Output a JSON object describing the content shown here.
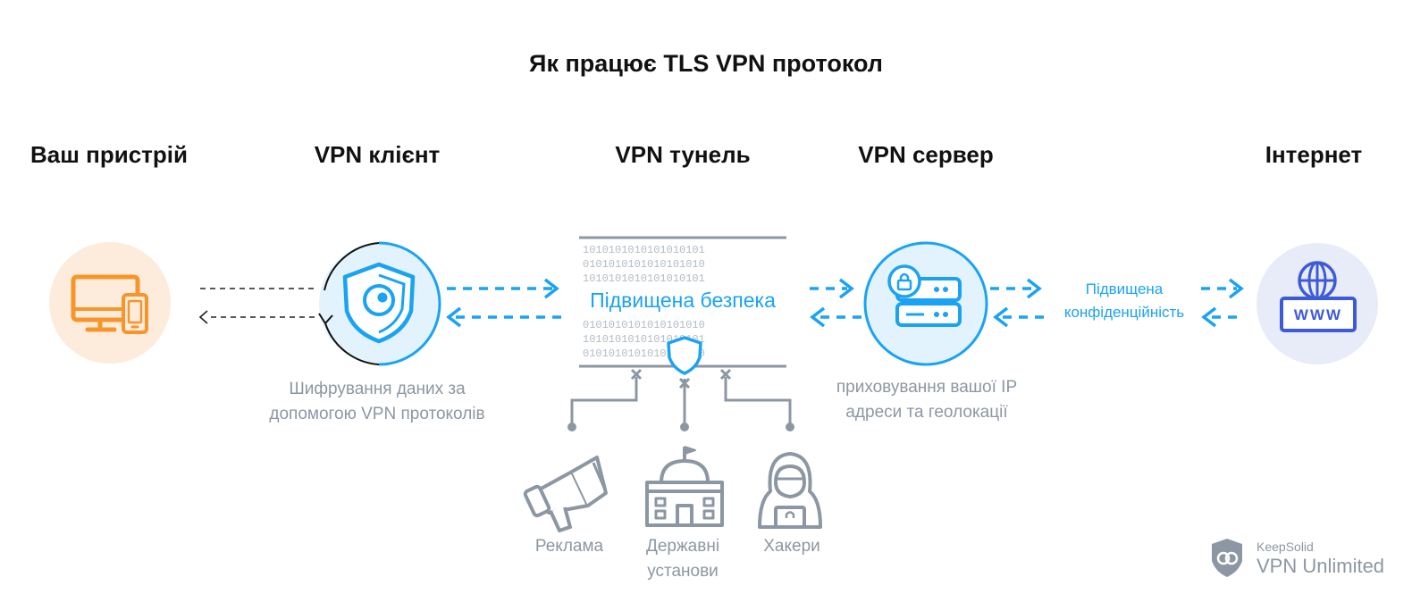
{
  "title": "Як працює TLS VPN протокол",
  "columns": {
    "device": "Ваш пристрій",
    "client": "VPN клієнт",
    "tunnel": "VPN тунель",
    "server": "VPN сервер",
    "internet": "Інтернет"
  },
  "captions": {
    "client_line1": "Шифрування даних за",
    "client_line2": "допомогою VPN протоколів",
    "server_line1": "приховування вашої IP",
    "server_line2": "адреси та геолокації"
  },
  "tunnel": {
    "label": "Підвищена безпека",
    "binary_a": "1010101010101010101",
    "binary_b": "0101010101010101010"
  },
  "privacy": {
    "line1": "Підвищена",
    "line2": "конфіденційність"
  },
  "threats": {
    "ads": "Реклама",
    "gov_line1": "Державні",
    "gov_line2": "установи",
    "hackers": "Хакери"
  },
  "internet_icon_text": "WWW",
  "brand": {
    "company": "KeepSolid",
    "product": "VPN Unlimited"
  },
  "colors": {
    "blue": "#1aa3f3",
    "orange": "#f7952a",
    "gray": "#8c97a3",
    "indigo": "#3d5bd9"
  }
}
